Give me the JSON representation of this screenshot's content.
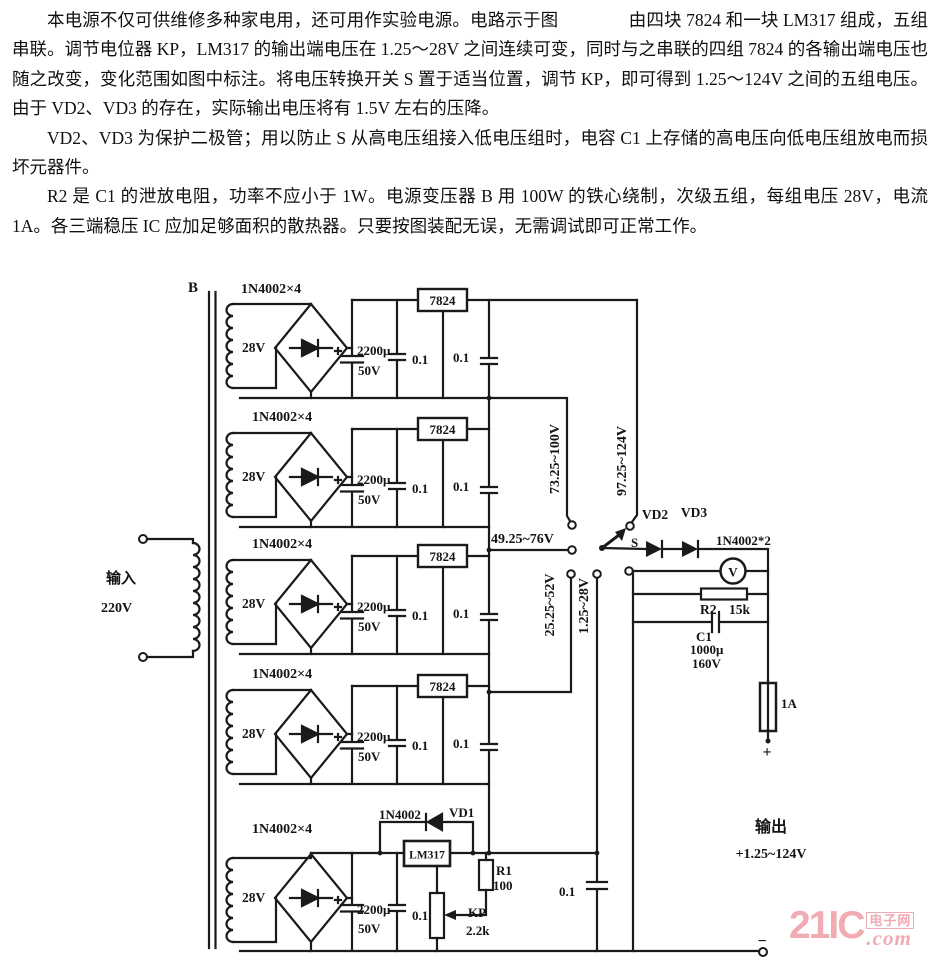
{
  "document": {
    "paragraphs": {
      "p1": "本电源不仅可供维修多种家电用，还可用作实验电源。电路示于图　　　　由四块 7824 和一块 LM317 组成，五组串联。调节电位器 KP，LM317 的输出端电压在 1.25～28V 之间连续可变，同时与之串联的四组 7824 的各输出端电压也随之改变，变化范围如图中标注。将电压转换开关 S 置于适当位置，调节 KP，即可得到 1.25～124V 之间的五组电压。由于 VD2、VD3 的存在，实际输出电压将有 1.5V 左右的压降。",
      "p2": "VD2、VD3 为保护二极管；用以防止 S 从高电压组接入低电压组时，电容 C1 上存储的高电压向低电压组放电而损坏元器件。",
      "p3": "R2 是 C1 的泄放电阻，功率不应小于 1W。电源变压器 B 用 100W 的铁心绕制，次级五组，每组电压 28V，电流 1A。各三端稳压 IC 应加足够面积的散热器。只要按图装配无误，无需调试即可正常工作。"
    }
  },
  "circuit": {
    "transformer_label": "B",
    "input_label": "输入",
    "input_voltage": "220V",
    "groups": [
      {
        "diodes": "1N4002×4",
        "winding": "28V",
        "cap_main": "2200μ",
        "cap_main_v": "50V",
        "cap_a": "0.1",
        "cap_b": "0.1",
        "regulator": "7824"
      },
      {
        "diodes": "1N4002×4",
        "winding": "28V",
        "cap_main": "2200μ",
        "cap_main_v": "50V",
        "cap_a": "0.1",
        "cap_b": "0.1",
        "regulator": "7824"
      },
      {
        "diodes": "1N4002×4",
        "winding": "28V",
        "cap_main": "2200μ",
        "cap_main_v": "50V",
        "cap_a": "0.1",
        "cap_b": "0.1",
        "regulator": "7824"
      },
      {
        "diodes": "1N4002×4",
        "winding": "28V",
        "cap_main": "2200μ",
        "cap_main_v": "50V",
        "cap_a": "0.1",
        "cap_b": "0.1",
        "regulator": "7824"
      },
      {
        "diodes": "1N4002×4",
        "winding": "28V",
        "cap_main": "2200μ",
        "cap_main_v": "50V",
        "cap_a": "0.1",
        "regulator": "LM317"
      }
    ],
    "taps": {
      "t1": "97.25~124V",
      "t2": "73.25~100V",
      "t3": "49.25~76V",
      "t4": "25.25~52V",
      "t5": "1.25~28V"
    },
    "switch_label": "S",
    "protection": {
      "vd2": "VD2",
      "vd3": "VD3",
      "type": "1N4002*2"
    },
    "vd1": {
      "type": "1N4002",
      "name": "VD1"
    },
    "meter": "V",
    "r2": {
      "name": "R2",
      "value": "15k"
    },
    "c1": {
      "name": "C1",
      "value": "1000μ",
      "voltage": "160V"
    },
    "fuse": "1A",
    "r1": {
      "name": "R1",
      "value": "100"
    },
    "kp": {
      "name": "KP",
      "value": "2.2k"
    },
    "out_cap": "0.1",
    "plus": "+",
    "minus": "−",
    "output": {
      "line1": "输出",
      "line2": "+1.25~124V"
    }
  },
  "watermark": {
    "brand": "21IC",
    "cn": "电子网",
    "com": ".com",
    "color": "#f0a3ab"
  }
}
